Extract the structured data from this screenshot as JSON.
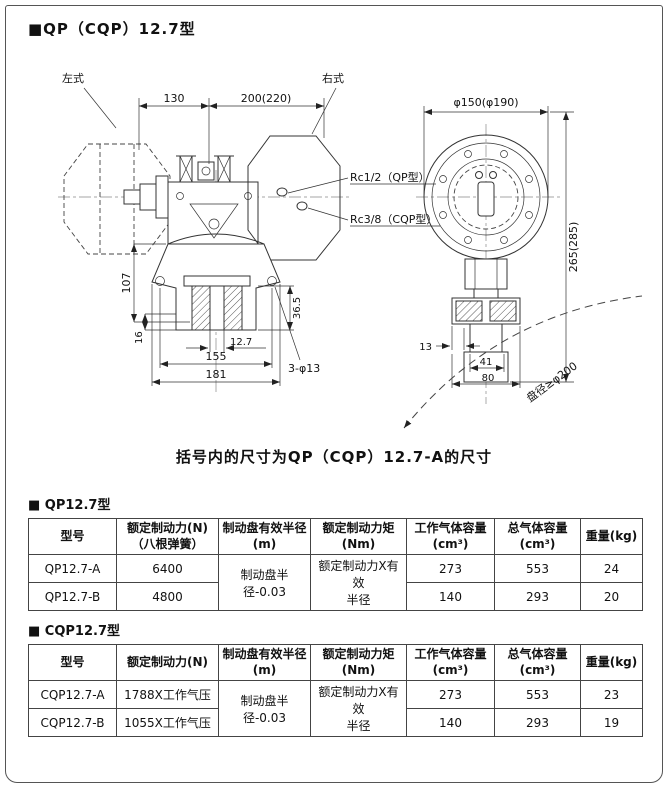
{
  "page": {
    "title": "■QP（CQP）12.7型",
    "caption": "括号内的尺寸为QP（CQP）12.7-A的尺寸"
  },
  "drawing": {
    "left_view_label": "左式",
    "right_view_label": "右式",
    "dims": {
      "d130": "130",
      "d200": "200(220)",
      "rc_qp": "Rc1/2（QP型）",
      "rc_cqp": "Rc3/8（CQP型）",
      "d107": "107",
      "d16": "16",
      "d36_5": "36.5",
      "d12_7": "12.7",
      "d155": "155",
      "d181": "181",
      "holes": "3-φ13",
      "d150": "φ150(φ190)",
      "d265": "265(285)",
      "d13": "13",
      "d41": "41",
      "d80": "80",
      "disc": "盘径≥φ200"
    }
  },
  "table_qp": {
    "title": "■ QP12.7型",
    "headers": {
      "model": "型号",
      "force1": "额定制动力(N)",
      "force2": "（八根弹簧）",
      "radius1": "制动盘有效半径",
      "radius2": "(m)",
      "torque1": "额定制动力矩",
      "torque2": "(Nm)",
      "workvol1": "工作气体容量",
      "workvol2": "(cm³)",
      "totalvol1": "总气体容量",
      "totalvol2": "(cm³)",
      "weight": "重量(kg)"
    },
    "merged": {
      "radius": "制动盘半径-0.03",
      "torque1": "额定制动力X有效",
      "torque2": "半径"
    },
    "rows": [
      {
        "model": "QP12.7-A",
        "force": "6400",
        "workvol": "273",
        "totalvol": "553",
        "weight": "24"
      },
      {
        "model": "QP12.7-B",
        "force": "4800",
        "workvol": "140",
        "totalvol": "293",
        "weight": "20"
      }
    ]
  },
  "table_cqp": {
    "title": "■ CQP12.7型",
    "headers": {
      "model": "型号",
      "force1": "额定制动力(N)",
      "radius1": "制动盘有效半径",
      "radius2": "(m)",
      "torque1": "额定制动力矩",
      "torque2": "(Nm)",
      "workvol1": "工作气体容量",
      "workvol2": "(cm³)",
      "totalvol1": "总气体容量",
      "totalvol2": "(cm³)",
      "weight": "重量(kg)"
    },
    "merged": {
      "radius": "制动盘半径-0.03",
      "torque1": "额定制动力X有效",
      "torque2": "半径"
    },
    "rows": [
      {
        "model": "CQP12.7-A",
        "force": "1788X工作气压",
        "workvol": "273",
        "totalvol": "553",
        "weight": "23"
      },
      {
        "model": "CQP12.7-B",
        "force": "1055X工作气压",
        "workvol": "140",
        "totalvol": "293",
        "weight": "19"
      }
    ]
  }
}
